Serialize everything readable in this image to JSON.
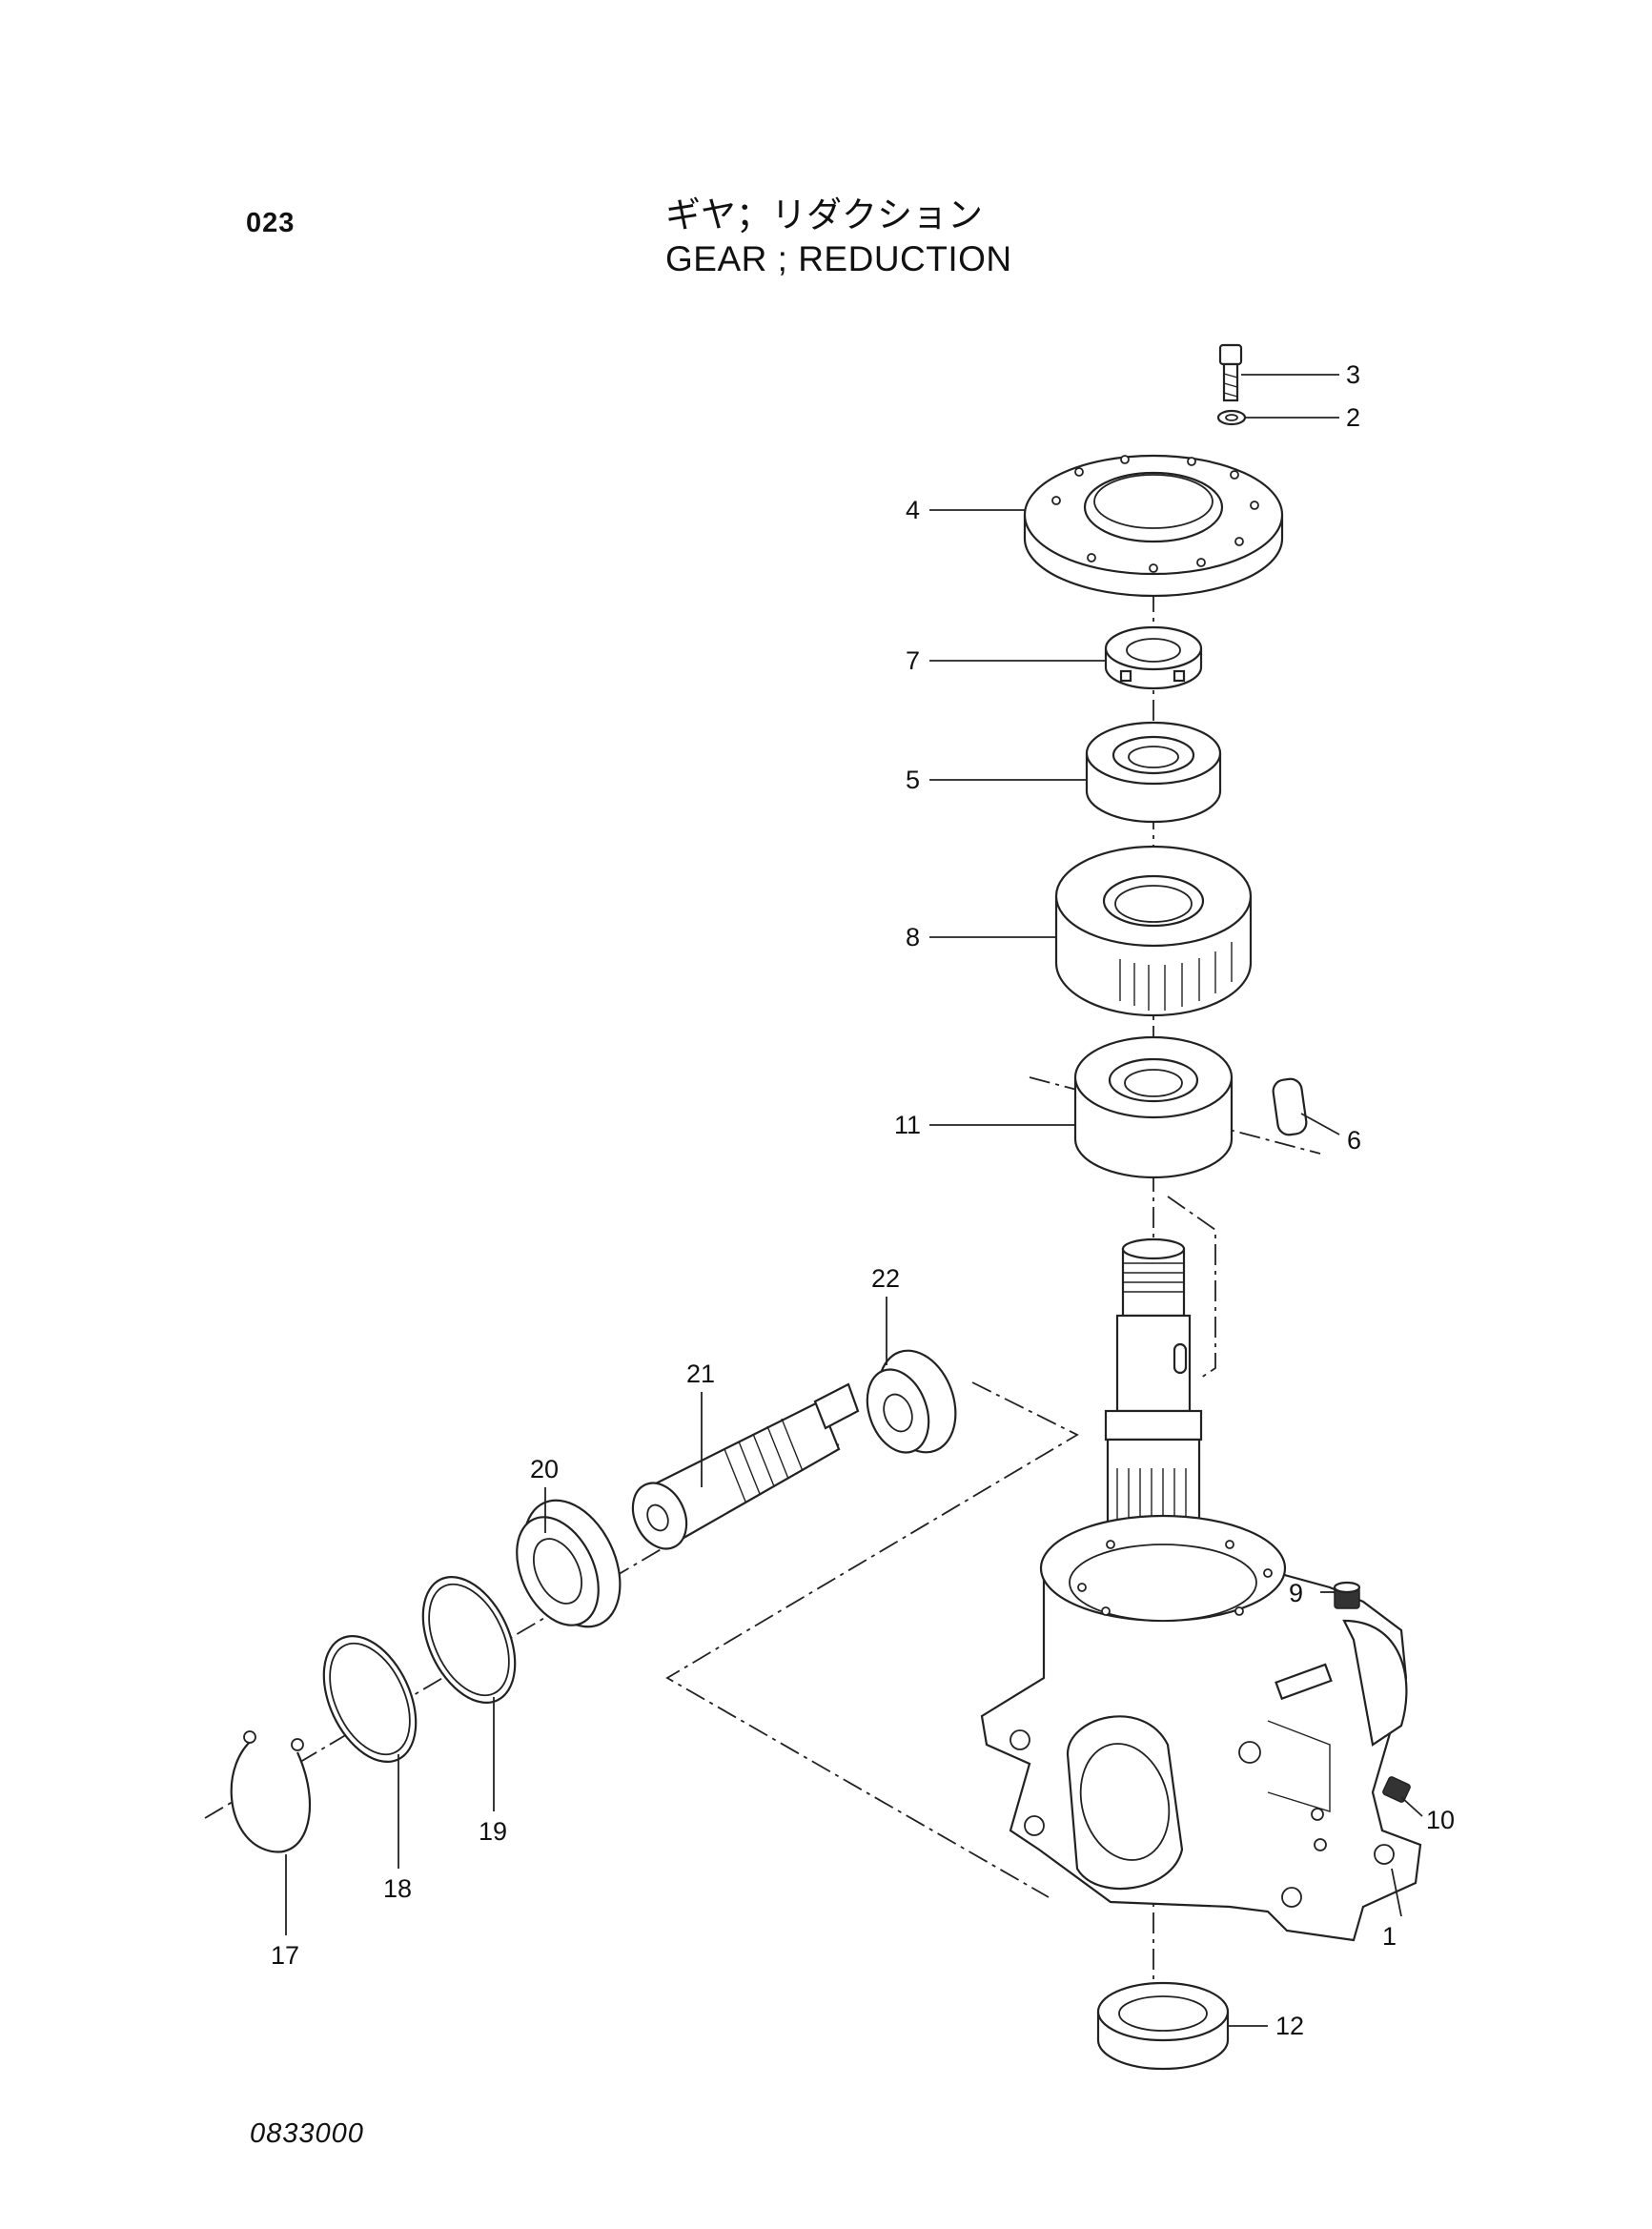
{
  "header": {
    "page_code": "023",
    "title_jp": "ギヤ；リダクション",
    "title_en": "GEAR ; REDUCTION"
  },
  "footer": {
    "doc_number": "0833000"
  },
  "callouts": {
    "p1": "1",
    "p2": "2",
    "p3": "3",
    "p4": "4",
    "p5": "5",
    "p6": "6",
    "p7": "7",
    "p8": "8",
    "p9": "9",
    "p10": "10",
    "p11": "11",
    "p12": "12",
    "p17": "17",
    "p18": "18",
    "p19": "19",
    "p20": "20",
    "p21": "21",
    "p22": "22"
  }
}
